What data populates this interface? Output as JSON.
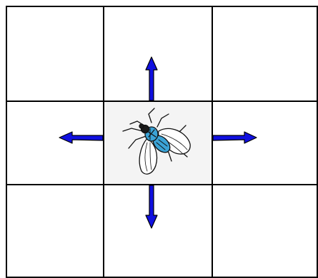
{
  "grid": {
    "rows": 3,
    "cols": 3,
    "line_color": "#000000",
    "center_cell_fill": "#f4f4f4"
  },
  "creature": {
    "icon": "fly-icon",
    "body_color": "#1a1a1a",
    "accent_color": "#3ba3d6",
    "wing_color": "#ffffff"
  },
  "arrows": {
    "color": "#1010e0",
    "outline": "#000000",
    "directions": [
      "up",
      "down",
      "left",
      "right"
    ]
  }
}
